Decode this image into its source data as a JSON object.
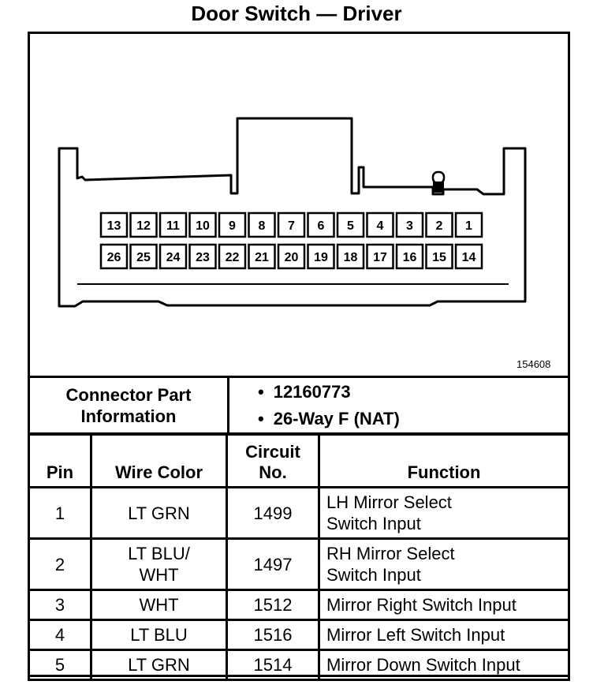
{
  "title": "Door Switch — Driver",
  "connector": {
    "pins_top": [
      "13",
      "12",
      "11",
      "10",
      "9",
      "8",
      "7",
      "6",
      "5",
      "4",
      "3",
      "2",
      "1"
    ],
    "pins_bottom": [
      "26",
      "25",
      "24",
      "23",
      "22",
      "21",
      "20",
      "19",
      "18",
      "17",
      "16",
      "15",
      "14"
    ],
    "ref_number": "154608"
  },
  "info": {
    "label_line1": "Connector Part",
    "label_line2": "Information",
    "bullets": [
      "12160773",
      "26-Way F (NAT)"
    ]
  },
  "table": {
    "headers": {
      "pin": "Pin",
      "wire_color": "Wire Color",
      "circuit_line1": "Circuit",
      "circuit_line2": "No.",
      "function": "Function"
    },
    "rows": [
      {
        "pin": "1",
        "wire1": "LT GRN",
        "wire2": "",
        "circuit": "1499",
        "func1": "LH Mirror Select",
        "func2": "Switch Input"
      },
      {
        "pin": "2",
        "wire1": "LT BLU/",
        "wire2": "WHT",
        "circuit": "1497",
        "func1": "RH Mirror Select",
        "func2": "Switch Input"
      },
      {
        "pin": "3",
        "wire1": "WHT",
        "wire2": "",
        "circuit": "1512",
        "func1": "Mirror Right Switch Input",
        "func2": ""
      },
      {
        "pin": "4",
        "wire1": "LT BLU",
        "wire2": "",
        "circuit": "1516",
        "func1": "Mirror Left Switch Input",
        "func2": ""
      },
      {
        "pin": "5",
        "wire1": "LT GRN",
        "wire2": "",
        "circuit": "1514",
        "func1": "Mirror Down Switch Input",
        "func2": ""
      }
    ]
  }
}
